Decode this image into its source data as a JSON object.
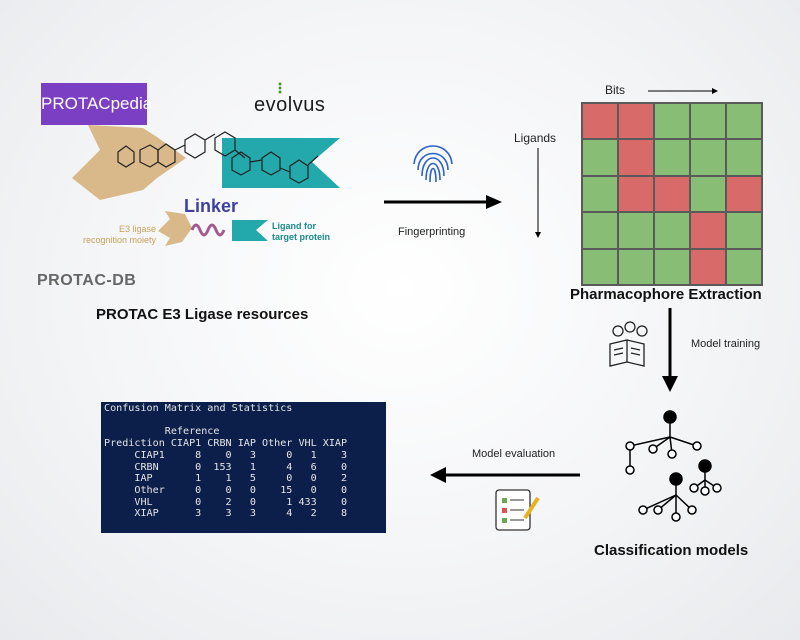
{
  "resources": {
    "protacpedia_logo": "PROTACpedia",
    "evolvus_logo": "evolvus",
    "linker_label": "Linker",
    "e3_moiety_label": "E3 ligase recognition moiety",
    "target_ligand_label": "Ligand for target protein",
    "protacdb_logo": "PROTAC-DB",
    "title": "PROTAC E3 Ligase resources",
    "colors": {
      "e3_moiety": "#d9b889",
      "target_ligand": "#23a9ac",
      "linker": "#a45a8f",
      "protacpedia_bg": "#7b3fc4"
    }
  },
  "steps": {
    "fingerprinting": "Fingerprinting",
    "model_training": "Model training",
    "model_evaluation": "Model evaluation"
  },
  "matrix": {
    "title": "Pharmacophore Extraction",
    "bits_label": "Bits",
    "ligands_label": "Ligands",
    "cells": [
      [
        "red",
        "red",
        "green",
        "green",
        "green"
      ],
      [
        "green",
        "red",
        "green",
        "green",
        "green"
      ],
      [
        "green",
        "red",
        "red",
        "green",
        "red"
      ],
      [
        "green",
        "green",
        "green",
        "red",
        "green"
      ],
      [
        "green",
        "green",
        "green",
        "red",
        "green"
      ]
    ],
    "colors": {
      "red": "#d96a6a",
      "green": "#87bd74"
    }
  },
  "classification": {
    "title": "Classification models"
  },
  "confusion": {
    "header": "Confusion Matrix and Statistics",
    "reference_label": "Reference",
    "prediction_label": "Prediction",
    "columns": [
      "CIAP1",
      "CRBN",
      "IAP",
      "Other",
      "VHL",
      "XIAP"
    ],
    "rows": [
      {
        "label": "CIAP1",
        "values": [
          8,
          0,
          3,
          0,
          1,
          3
        ]
      },
      {
        "label": "CRBN",
        "values": [
          0,
          153,
          1,
          4,
          6,
          0
        ]
      },
      {
        "label": "IAP",
        "values": [
          1,
          1,
          5,
          0,
          0,
          2
        ]
      },
      {
        "label": "Other",
        "values": [
          0,
          0,
          0,
          15,
          0,
          0
        ]
      },
      {
        "label": "VHL",
        "values": [
          0,
          2,
          0,
          1,
          433,
          0
        ]
      },
      {
        "label": "XIAP",
        "values": [
          3,
          3,
          3,
          4,
          2,
          8
        ]
      }
    ]
  },
  "icons": [
    "fingerprint-icon",
    "gears-book-icon",
    "checklist-icon",
    "tree-network-icon",
    "protac-molecule-icon"
  ]
}
